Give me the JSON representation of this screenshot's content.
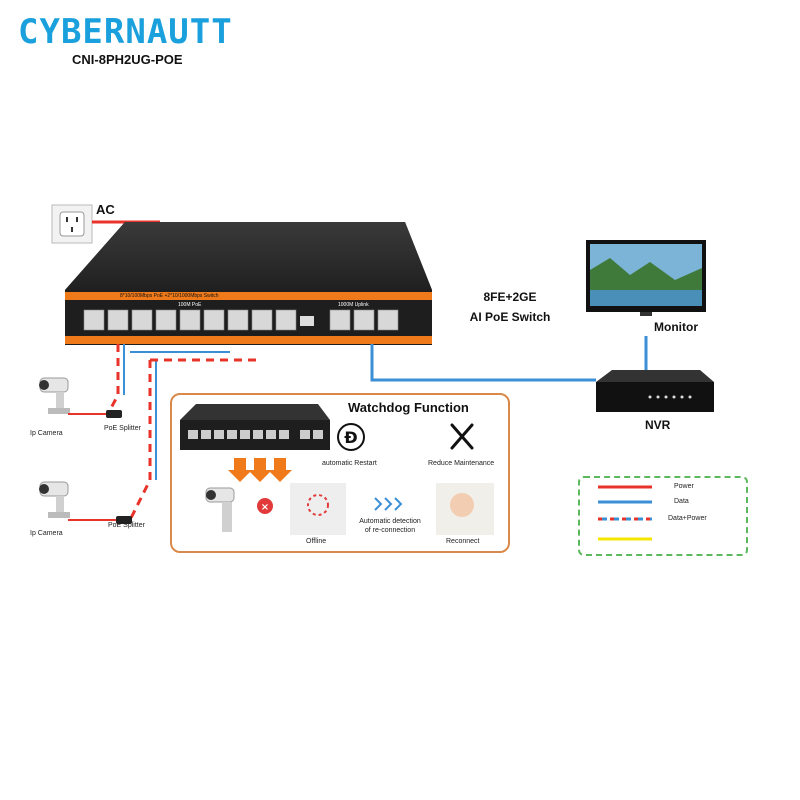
{
  "header": {
    "brand": "CYBERNAUTT",
    "model": "CNI-8PH2UG-POE"
  },
  "power": {
    "label": "AC"
  },
  "switch": {
    "title_line1": "8FE+2GE",
    "title_line2": "AI PoE Switch",
    "panel_text": "8*10/100Mbps PoE +2*10/1000Mbps Switch",
    "poe_text": "100M PoE",
    "uplink_text": "1000M Uplink"
  },
  "monitor": {
    "label": "Monitor"
  },
  "nvr": {
    "label": "NVR"
  },
  "cameras": [
    {
      "label": "Ip Camera",
      "splitter": "PoE Splitter"
    },
    {
      "label": "Ip Camera",
      "splitter": "PoE Splitter"
    }
  ],
  "watchdog": {
    "title": "Watchdog Function",
    "restart": "automatic Restart",
    "maintenance": "Reduce Maintenance",
    "offline": "Offline",
    "detect_line1": "Automatic detection",
    "detect_line2": "of re-connection",
    "reconnect": "Reconnect"
  },
  "legend": {
    "items": [
      {
        "label": "Power",
        "color": "#e8332a"
      },
      {
        "label": "Data",
        "color": "#3a8fd6"
      },
      {
        "label": "Data+Power",
        "color": "#e8332a"
      },
      {
        "label": "",
        "color": "#f5e600"
      }
    ]
  }
}
